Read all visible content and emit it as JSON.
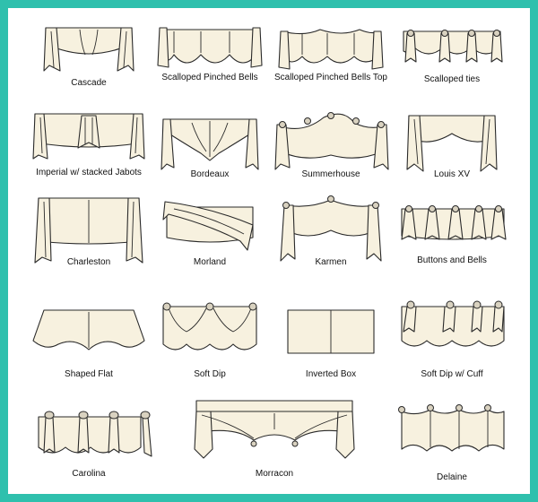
{
  "colors": {
    "border": "#2fc0ad",
    "fabric": "#f7f1df",
    "outline": "#2a2a2a"
  },
  "items": [
    {
      "label": "Cascade",
      "icon": "cascade-valance-icon"
    },
    {
      "label": "Scalloped Pinched Bells",
      "icon": "scalloped-pinched-bells-icon"
    },
    {
      "label": "Scalloped Pinched Bells Top",
      "icon": "scalloped-pinched-bells-top-icon"
    },
    {
      "label": "Scalloped ties",
      "icon": "scalloped-ties-icon"
    },
    {
      "label": "Imperial w/ stacked Jabots",
      "icon": "imperial-stacked-jabots-icon"
    },
    {
      "label": "Bordeaux",
      "icon": "bordeaux-valance-icon"
    },
    {
      "label": "Summerhouse",
      "icon": "summerhouse-valance-icon"
    },
    {
      "label": "Louis XV",
      "icon": "louis-xv-valance-icon"
    },
    {
      "label": "Charleston",
      "icon": "charleston-valance-icon"
    },
    {
      "label": "Morland",
      "icon": "morland-valance-icon"
    },
    {
      "label": "Karmen",
      "icon": "karmen-valance-icon"
    },
    {
      "label": "Buttons and Bells",
      "icon": "buttons-and-bells-icon"
    },
    {
      "label": "Shaped Flat",
      "icon": "shaped-flat-valance-icon"
    },
    {
      "label": "Soft Dip",
      "icon": "soft-dip-valance-icon"
    },
    {
      "label": "Inverted Box",
      "icon": "inverted-box-valance-icon"
    },
    {
      "label": "Soft Dip w/ Cuff",
      "icon": "soft-dip-cuff-icon"
    },
    {
      "label": "Carolina",
      "icon": "carolina-valance-icon"
    },
    {
      "label": "Morracon",
      "icon": "morracon-valance-icon"
    },
    {
      "label": "Delaine",
      "icon": "delaine-valance-icon"
    }
  ]
}
